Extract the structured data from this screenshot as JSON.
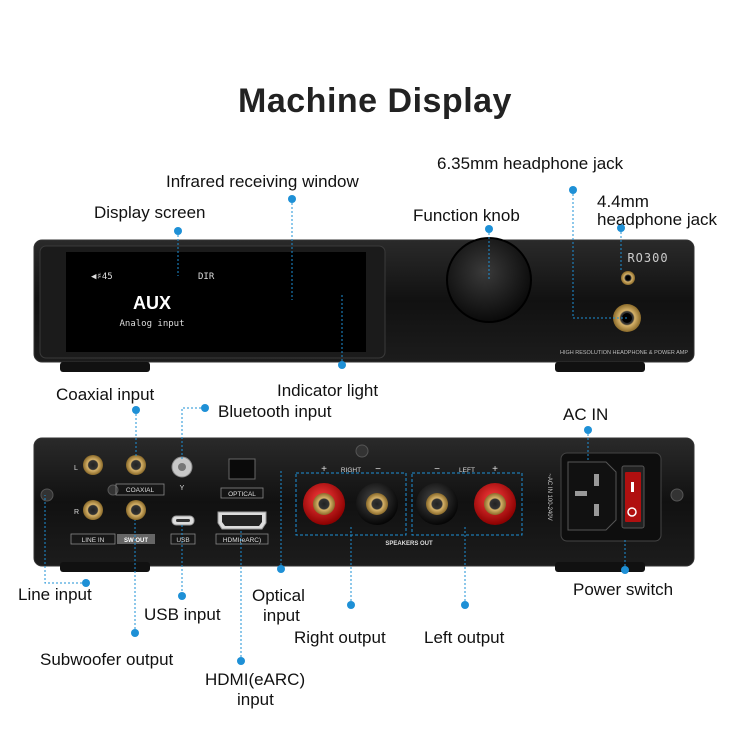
{
  "title": "Machine Display",
  "front": {
    "screen_volume": "◀♯45",
    "screen_dir": "DIR",
    "screen_source": "AUX",
    "screen_input": "Analog input",
    "brand": "RO300",
    "tagline": "HIGH RESOLUTION HEADPHONE & POWER AMP"
  },
  "rear": {
    "coaxial": "COAXIAL",
    "line_in": "LINE IN",
    "sw_out": "SW OUT",
    "usb": "USB",
    "optical": "OPTICAL",
    "hdmi": "HDMI(eARC)",
    "right": "RIGHT",
    "left": "LEFT",
    "speakers_out": "SPEAKERS OUT",
    "ac_rating": "~AC IN 100-240V",
    "ch_l": "L",
    "ch_r": "R",
    "plus": "+",
    "minus": "−",
    "antenna": "Y"
  },
  "labels": {
    "display_screen": "Display screen",
    "infrared": "Infrared receiving window",
    "function_knob": "Function knob",
    "jack_635": "6.35mm headphone jack",
    "jack_44_line1": "4.4mm",
    "jack_44_line2": "headphone jack",
    "indicator_light": "Indicator light",
    "coaxial_input": "Coaxial input",
    "bluetooth_input": "Bluetooth input",
    "ac_in": "AC IN",
    "line_input": "Line input",
    "usb_input": "USB input",
    "optical_line1": "Optical",
    "optical_line2": "input",
    "right_output": "Right output",
    "left_output": "Left output",
    "power_switch": "Power switch",
    "subwoofer_output": "Subwoofer output",
    "hdmi_line1": "HDMI(eARC)",
    "hdmi_line2": "input"
  },
  "colors": {
    "callout": "#1e90d6",
    "body": "#141414",
    "red_post": "#d11a1a",
    "gold": "#c9a25a"
  }
}
